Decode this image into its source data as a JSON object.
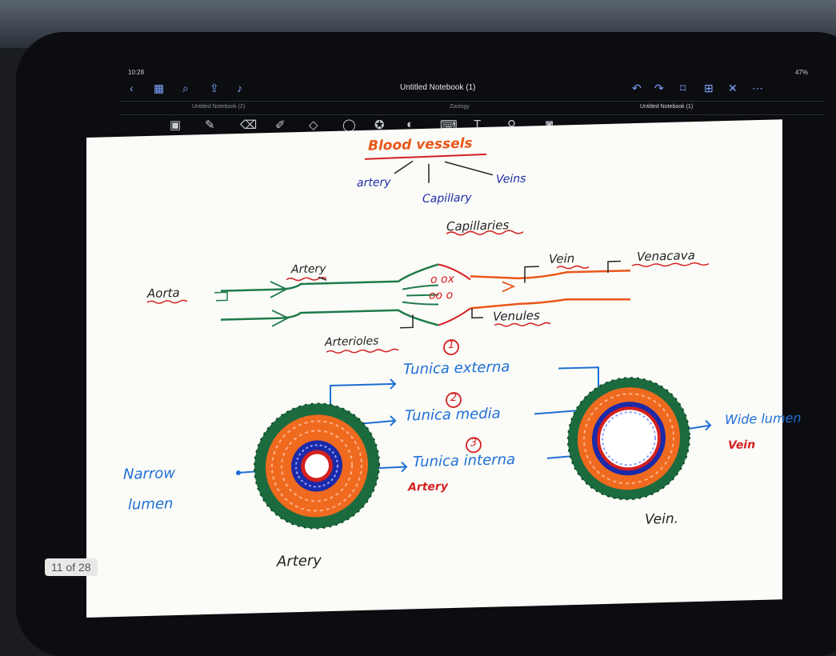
{
  "status": {
    "time": "10:28",
    "battery": "47%"
  },
  "toolbar": {
    "back_icon": "chevron-left-icon",
    "notebook_title": "Untitled Notebook (1)",
    "tabs": [
      "Untitled Notebook (2)",
      "Zoology",
      "Untitled Notebook (1)"
    ]
  },
  "note": {
    "title": "Blood vessels",
    "branch_artery": "artery",
    "branch_capillary": "Capillary",
    "branch_veins": "Veins",
    "capillaries": "Capillaries",
    "artery_label": "Artery",
    "aorta": "Aorta",
    "vein": "Vein",
    "venacava": "Venacava",
    "venules": "Venules",
    "arterioles": "Arterioles",
    "num1": "1",
    "num2": "2",
    "num3": "3",
    "tunica_externa": "Tunica externa",
    "tunica_media": "Tunica media",
    "tunica_interna": "Tunica interna",
    "artery_red": "Artery",
    "narrow_1": "Narrow",
    "narrow_2": "lumen",
    "wide_lumen": "Wide lumen",
    "vein_red": "Vein",
    "vein_caption": "Vein.",
    "artery_caption": "Artery"
  },
  "page_indicator": "11 of 28",
  "colors": {
    "orange": "#e8571a",
    "blue": "#1e6fd6",
    "red": "#d42020",
    "green": "#1f7a4a",
    "darkgreen": "#1c6b3e",
    "navy": "#1b2aa8"
  }
}
